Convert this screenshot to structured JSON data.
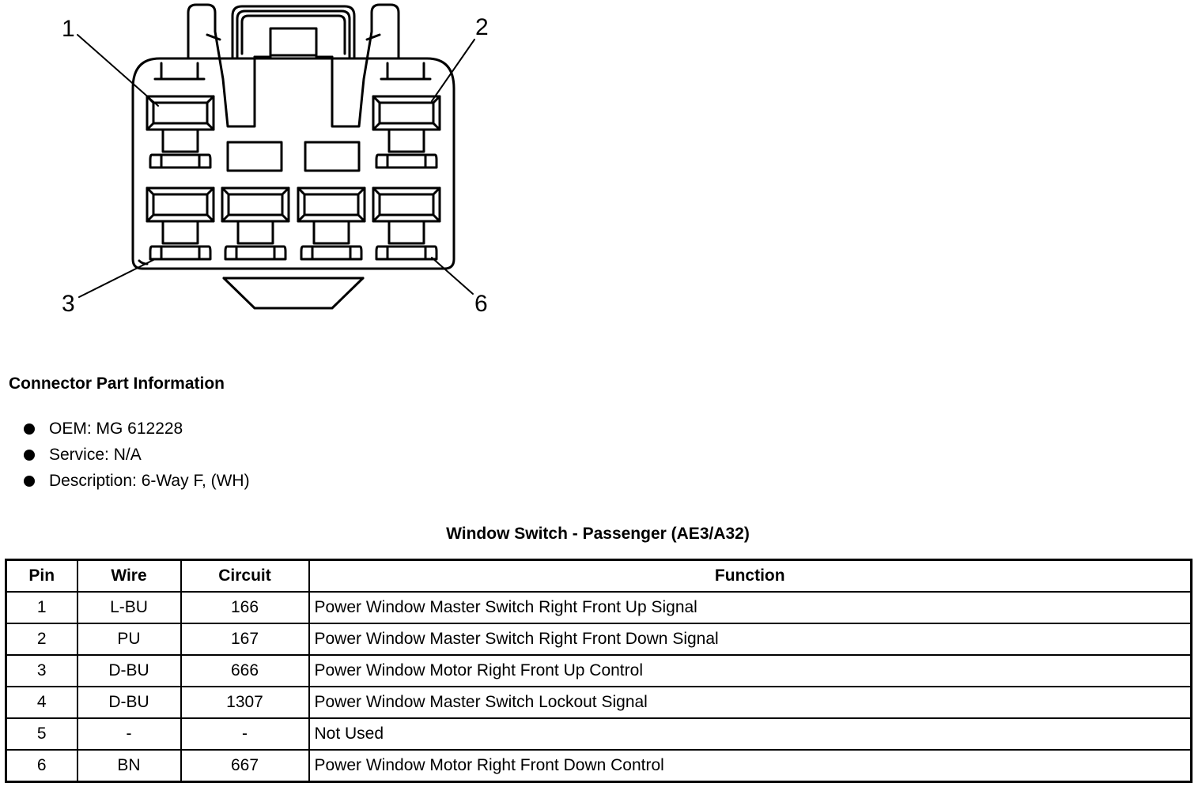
{
  "diagram": {
    "pin_labels": [
      "1",
      "2",
      "3",
      "6"
    ]
  },
  "part_info": {
    "heading": "Connector Part Information",
    "items": [
      "OEM: MG 612228",
      "Service: N/A",
      "Description: 6-Way F, (WH)"
    ]
  },
  "table": {
    "title": "Window Switch - Passenger (AE3/A32)",
    "headers": [
      "Pin",
      "Wire",
      "Circuit",
      "Function"
    ],
    "rows": [
      [
        "1",
        "L-BU",
        "166",
        "Power Window Master Switch Right Front Up Signal"
      ],
      [
        "2",
        "PU",
        "167",
        "Power Window Master Switch Right Front Down Signal"
      ],
      [
        "3",
        "D-BU",
        "666",
        "Power Window Motor Right Front Up Control"
      ],
      [
        "4",
        "D-BU",
        "1307",
        "Power Window Master Switch Lockout Signal"
      ],
      [
        "5",
        "-",
        "-",
        "Not Used"
      ],
      [
        "6",
        "BN",
        "667",
        "Power Window Motor Right Front Down Control"
      ]
    ]
  }
}
